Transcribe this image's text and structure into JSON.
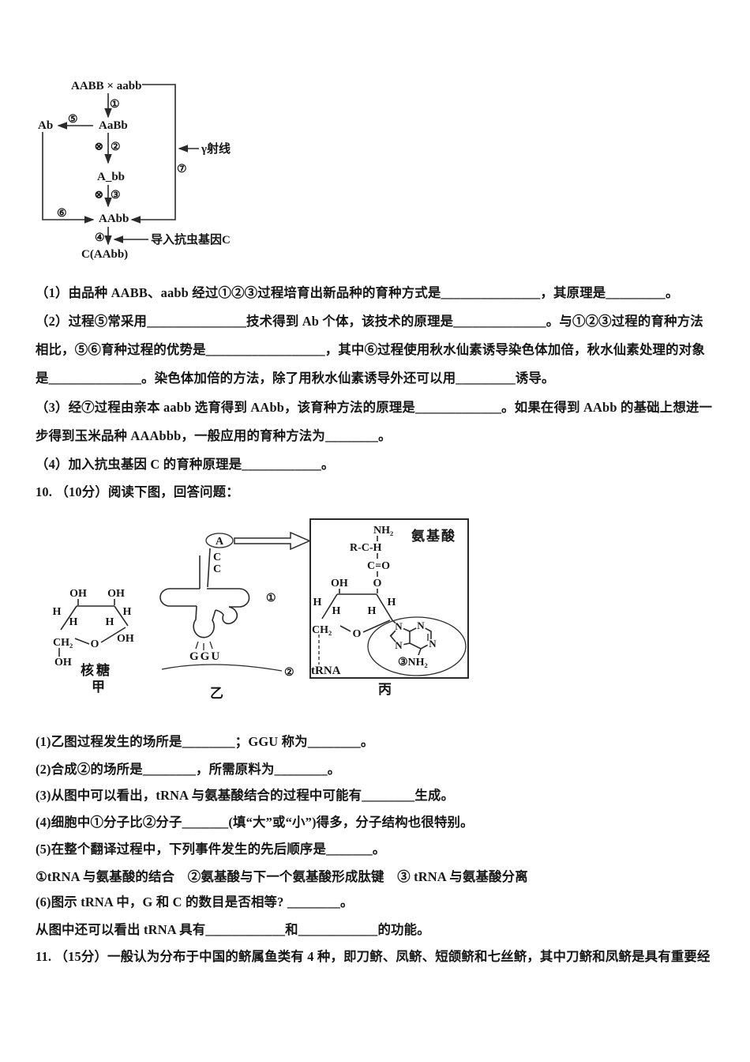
{
  "diagram9": {
    "cross": "AABB × aabb",
    "f1": "AaBb",
    "ab": "Ab",
    "f2": "A_bb",
    "f3": "AAbb",
    "product": "C(AAbb)",
    "gamma_label": "γ射线",
    "gene_label": "导入抗虫基因C",
    "selfing": "⊗",
    "steps": {
      "s1": "①",
      "s2": "②",
      "s3": "③",
      "s4": "④",
      "s5": "⑤",
      "s6": "⑥",
      "s7": "⑦"
    }
  },
  "q9": {
    "lines": [
      "（1）由品种 AABB、aabb 经过①②③过程培育出新品种的育种方式是_______________，其原理是_________。",
      "（2）过程⑤常采用_______________技术得到 Ab 个体，该技术的原理是______________。与①②③过程的育种方法",
      "相比，⑤⑥育种过程的优势是__________________，其中⑥过程使用秋水仙素诱导染色体加倍，秋水仙素处理的对象",
      "是______________。染色体加倍的方法，除了用秋水仙素诱导外还可以用_________诱导。",
      "（3）经⑦过程由亲本 aabb 选育得到 AAbb，该育种方法的原理是_____________。如果在得到 AAbb 的基础上想进一",
      "步得到玉米品种 AAAbbb，一般应用的育种方法为________。",
      "（4）加入抗虫基因 C 的育种原理是____________。"
    ]
  },
  "q10_header": "10. （10分）阅读下图，回答问题：",
  "figure10": {
    "jia": {
      "oh": "OH",
      "h": "H",
      "ch2": "CH₂",
      "o": "O",
      "name": "核糖",
      "tag": "甲"
    },
    "yi": {
      "a": "A",
      "c": "C",
      "anticodon": "GGU",
      "mark1": "①",
      "mark2": "②",
      "tag": "乙"
    },
    "bing": {
      "nh2": "NH₂",
      "amino": "氨基酸",
      "rch": "R-C-H",
      "co": "C=O",
      "o": "O",
      "oh": "OH",
      "h": "H",
      "ch2": "CH₂",
      "n": "N",
      "n3h2": "③NH₂",
      "trna": "tRNA",
      "tag": "丙"
    }
  },
  "q10": {
    "lines": [
      "(1)乙图过程发生的场所是________；GGU 称为________。",
      "(2)合成②的场所是________，所需原料为________。",
      "(3)从图中可以看出，tRNA 与氨基酸结合的过程中可能有________生成。",
      "(4)细胞中①分子比②分子_______(填“大”或“小”)得多，分子结构也很特别。",
      "(5)在整个翻译过程中，下列事件发生的先后顺序是_______。",
      "①tRNA 与氨基酸的结合　②氨基酸与下一个氨基酸形成肽键　③ tRNA 与氨基酸分离",
      "(6)图示 tRNA 中，G 和 C 的数目是否相等? ________。",
      "从图中还可以看出 tRNA 具有____________和____________的功能。"
    ]
  },
  "q11": {
    "text": "11. （15分）一般认为分布于中国的鲚属鱼类有 4 种，即刀鲚、凤鲚、短颌鲚和七丝鲚，其中刀鲚和凤鲚是具有重要经"
  }
}
